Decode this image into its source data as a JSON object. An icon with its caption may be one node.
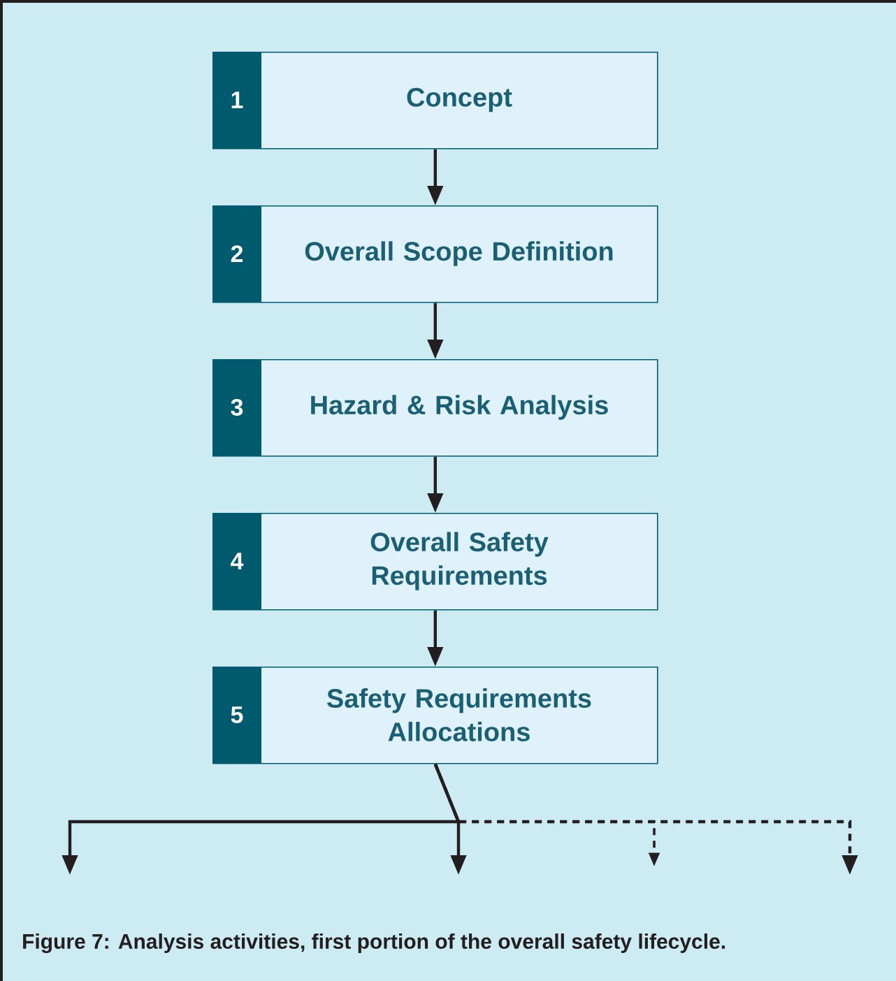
{
  "diagram": {
    "caption": "Figure 7: Analysis activities, first portion of the overall safety lifecycle.",
    "nodes": [
      {
        "text": [
          "1",
          "Concept"
        ]
      },
      {
        "text": [
          "2",
          "Overall Scope Definition"
        ]
      },
      {
        "text": [
          "3",
          "Hazard & Risk Analysis"
        ]
      },
      {
        "text": [
          "4",
          "Overall Safety Requirements"
        ]
      },
      {
        "text": [
          "5",
          "Safety Requirements Allocations"
        ]
      }
    ],
    "edges": [
      {
        "from": 0,
        "to": 1,
        "arrow": "to"
      },
      {
        "from": 1,
        "to": 2,
        "arrow": "to"
      },
      {
        "from": 2,
        "to": 3,
        "arrow": "to"
      },
      {
        "from": 3,
        "to": 4,
        "arrow": "to"
      },
      {
        "from": 4,
        "to": null,
        "arrow": "to"
      },
      {
        "from": 4,
        "to": null,
        "arrow": "to"
      },
      {
        "from": 4,
        "to": null,
        "arrow": "to",
        "style": "dashed"
      },
      {
        "from": 4,
        "to": null,
        "arrow": "to",
        "style": "dashed"
      }
    ]
  }
}
